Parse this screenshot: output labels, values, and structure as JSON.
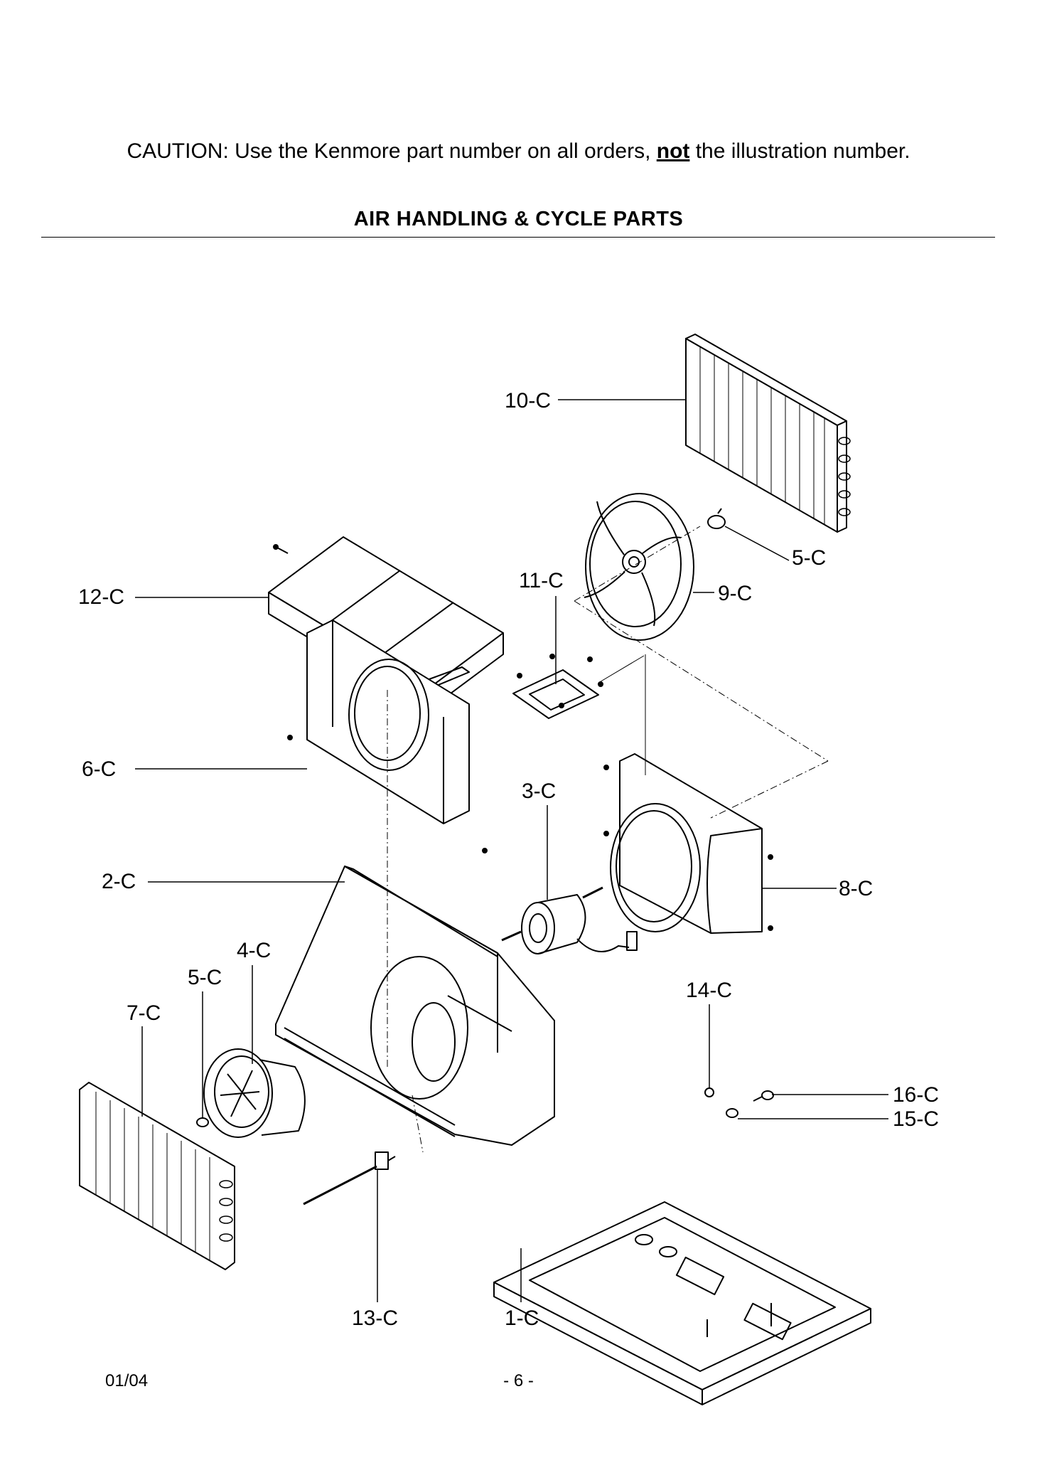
{
  "header": {
    "caution_prefix": "CAUTION: Use the Kenmore part number on all orders, ",
    "caution_emph": "not",
    "caution_suffix": " the illustration number.",
    "title": "AIR HANDLING & CYCLE PARTS"
  },
  "labels": {
    "p10c": "10-C",
    "p5c_top": "5-C",
    "p11c": "11-C",
    "p9c": "9-C",
    "p12c": "12-C",
    "p6c": "6-C",
    "p3c": "3-C",
    "p2c": "2-C",
    "p8c": "8-C",
    "p4c": "4-C",
    "p5c_left": "5-C",
    "p14c": "14-C",
    "p7c": "7-C",
    "p16c": "16-C",
    "p15c": "15-C",
    "p13c": "13-C",
    "p1c": "1-C"
  },
  "footer": {
    "date": "01/04",
    "page": "- 6 -"
  }
}
